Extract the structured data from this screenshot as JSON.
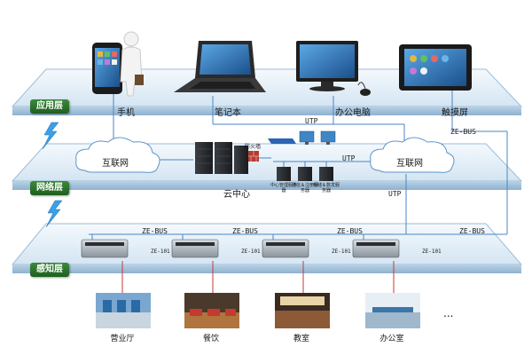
{
  "layers": {
    "application": "应用层",
    "network": "网络层",
    "perception": "感知层"
  },
  "devices": {
    "phone": "手机",
    "laptop": "笔记本",
    "desktop": "办公电脑",
    "touchscreen": "触摸屏"
  },
  "network": {
    "cloud_left": "互联网",
    "cloud_right": "互联网",
    "cloud_center": "云中心",
    "firewall": "防火墙",
    "udp_top": "UTP",
    "udp_mid": "UTP",
    "udp_low": "UTP",
    "zebus_right": "ZE-BUS",
    "servers": [
      "中心管理服务器",
      "通信＆注册服务器",
      "存储＆数发服务器"
    ]
  },
  "perception": {
    "bus_labels": [
      "ZE-BUS",
      "ZE-BUS",
      "ZE-BUS",
      "ZE-BUS"
    ],
    "module_label": "ZE-101"
  },
  "scenes": [
    "营业厅",
    "餐饮",
    "教室",
    "办公室"
  ],
  "ellipsis": "..."
}
